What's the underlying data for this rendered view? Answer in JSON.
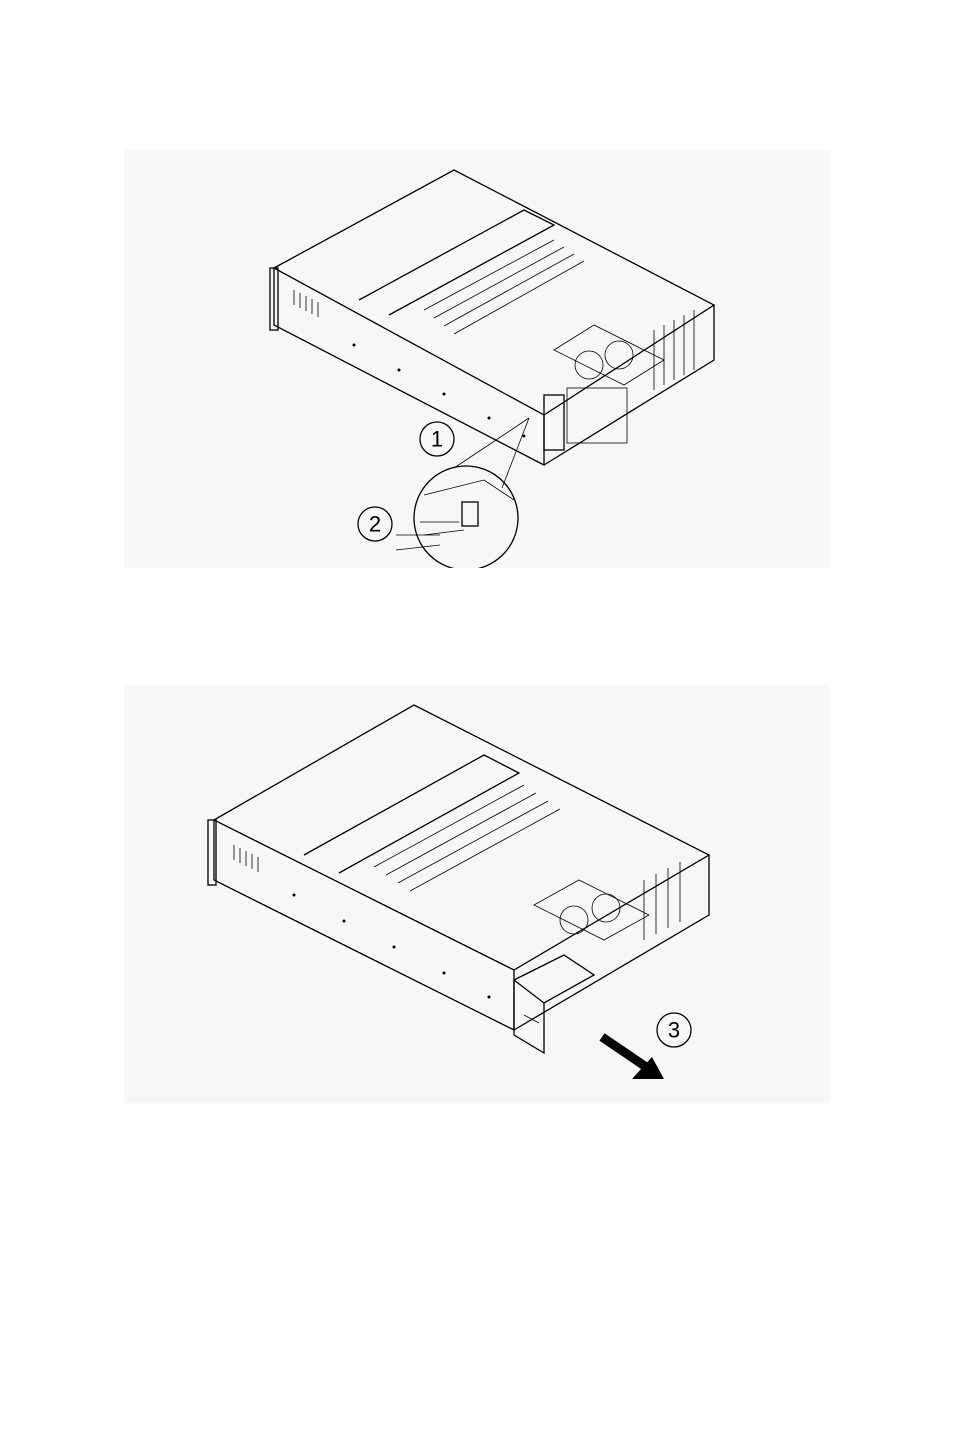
{
  "figures": [
    {
      "callouts": [
        "1",
        "2"
      ]
    },
    {
      "callouts": [
        "3"
      ]
    }
  ]
}
